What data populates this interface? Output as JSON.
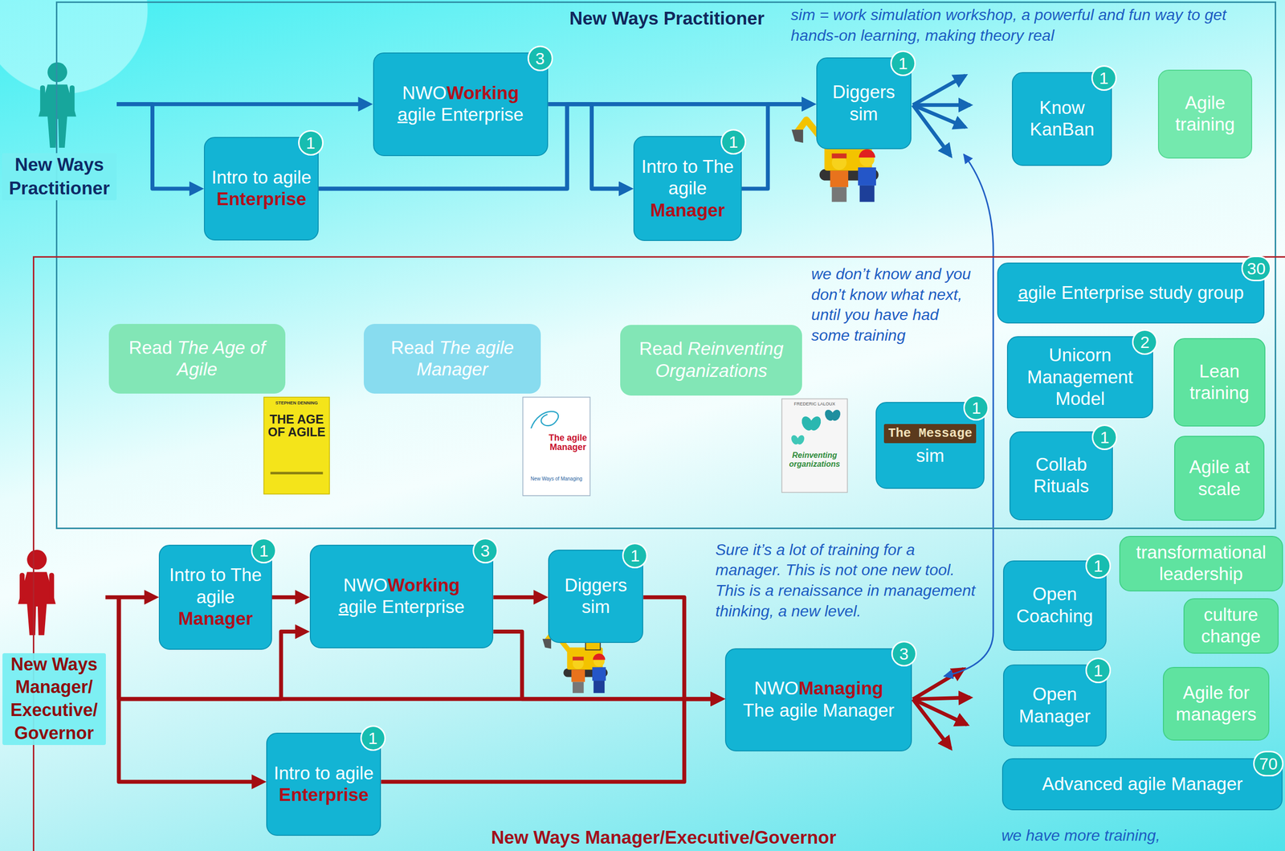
{
  "diagram": {
    "nodes": [
      {
        "text": [
          "New Ways Practitioner"
        ]
      },
      {
        "text": [
          "New Ways Practitioner"
        ]
      },
      {
        "text": [
          "Intro to agile",
          "Enterprise"
        ],
        "in": 0
      },
      {
        "text": [
          "NWO",
          "Working",
          "agile Enterprise"
        ],
        "in": 0
      },
      {
        "text": [
          "Intro to The agile",
          "Manager"
        ],
        "in": 0
      },
      {
        "text": [
          "Diggers sim"
        ],
        "in": 0
      },
      {
        "text": [
          "Know KanBan"
        ],
        "in": 0
      },
      {
        "text": [
          "Agile training"
        ],
        "in": 0
      },
      {
        "text": [
          "Read",
          "The Age of Agile"
        ],
        "in": 0
      },
      {
        "text": [
          "Read",
          "The agile Manager"
        ],
        "in": 0
      },
      {
        "text": [
          "Read",
          "Reinventing Organizations"
        ],
        "in": 0
      },
      {
        "text": [
          "agile Enterprise study group"
        ],
        "in": 0
      },
      {
        "text": [
          "Unicorn Management Model"
        ],
        "in": 0
      },
      {
        "text": [
          "Lean training"
        ],
        "in": 0
      },
      {
        "text": [
          "The Message",
          "sim"
        ],
        "in": 0
      },
      {
        "text": [
          "Collab Rituals"
        ],
        "in": 0
      },
      {
        "text": [
          "Agile at scale"
        ],
        "in": 0
      },
      {
        "text": [
          "New Ways Manager/Executive/Governor"
        ]
      },
      {
        "text": [
          "New Ways Manager/ Executive/ Governor"
        ]
      },
      {
        "text": [
          "Intro to The agile",
          "Manager"
        ],
        "in": 17
      },
      {
        "text": [
          "NWO",
          "Working",
          "agile Enterprise"
        ],
        "in": 17
      },
      {
        "text": [
          "Diggers sim"
        ],
        "in": 17
      },
      {
        "text": [
          "NWO",
          "Managing",
          "The agile Manager"
        ],
        "in": 17
      },
      {
        "text": [
          "Intro to agile",
          "Enterprise"
        ],
        "in": 17
      },
      {
        "text": [
          "Open Coaching"
        ],
        "in": 17
      },
      {
        "text": [
          "transformational leadership"
        ],
        "in": 17
      },
      {
        "text": [
          "culture change"
        ],
        "in": 17
      },
      {
        "text": [
          "Open Manager"
        ],
        "in": 17
      },
      {
        "text": [
          "Agile for managers"
        ],
        "in": 17
      },
      {
        "text": [
          "Advanced agile Manager"
        ],
        "in": 17
      }
    ],
    "edges": [
      {
        "from": 1,
        "to": 3,
        "arrow": "to"
      },
      {
        "from": 1,
        "to": 2,
        "arrow": "to"
      },
      {
        "from": 2,
        "to": 5,
        "arrow": "to"
      },
      {
        "from": 3,
        "to": 5,
        "arrow": "to"
      },
      {
        "from": 3,
        "to": 4,
        "arrow": "to"
      },
      {
        "from": 2,
        "to": 4,
        "arrow": "to"
      },
      {
        "from": 4,
        "to": 5,
        "arrow": "to"
      },
      {
        "from": 18,
        "to": 19,
        "arrow": "to"
      },
      {
        "from": 18,
        "to": 20,
        "arrow": "to"
      },
      {
        "from": 18,
        "to": 22,
        "arrow": "to"
      },
      {
        "from": 18,
        "to": 23,
        "arrow": "to"
      },
      {
        "from": 19,
        "to": 20,
        "arrow": "to"
      },
      {
        "from": 20,
        "to": 21,
        "arrow": "to"
      },
      {
        "from": 20,
        "to": 22,
        "arrow": "to"
      },
      {
        "from": 21,
        "to": 22,
        "arrow": "to"
      },
      {
        "from": 23,
        "to": 22,
        "arrow": "to"
      }
    ],
    "labels": [
      "sim = work simulation workshop, a powerful and fun way to get hands-on learning, making theory real",
      "1",
      "3",
      "1",
      "1",
      "1",
      "we don’t know and you don’t know what next, until you have had some training",
      "30",
      "2",
      "STEPHEN DENNING",
      "THE AGE OF AGILE",
      "The agile Manager",
      "New Ways of Managing",
      "FREDERIC LALOUX",
      "Reinventing organizations",
      "1",
      "1",
      "1",
      "3",
      "1",
      "Sure it’s a lot of training for a manager. This is not one new tool. This is a renaissance in management thinking, a new level.",
      "1",
      "3",
      "1",
      "1",
      "70",
      "we have more training,"
    ]
  }
}
